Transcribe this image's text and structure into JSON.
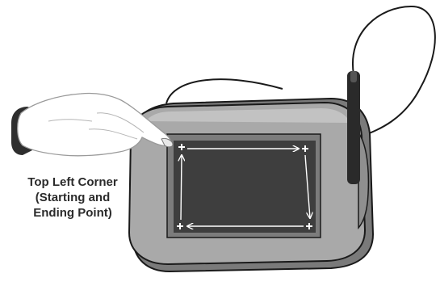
{
  "caption": {
    "line1": "Top Left Corner",
    "line2": "(Starting and",
    "line3": "Ending Point)"
  },
  "illustration": {
    "subject": "signature-pad-calibration",
    "steps": [
      "top-left",
      "top-right",
      "bottom-right",
      "bottom-left",
      "top-left"
    ],
    "colors": {
      "pad_body": "#a9a9a9",
      "screen": "#3e3e3e",
      "stylus": "#2a2a2a",
      "trace": "#ffffff",
      "outline": "#1a1a1a"
    }
  }
}
